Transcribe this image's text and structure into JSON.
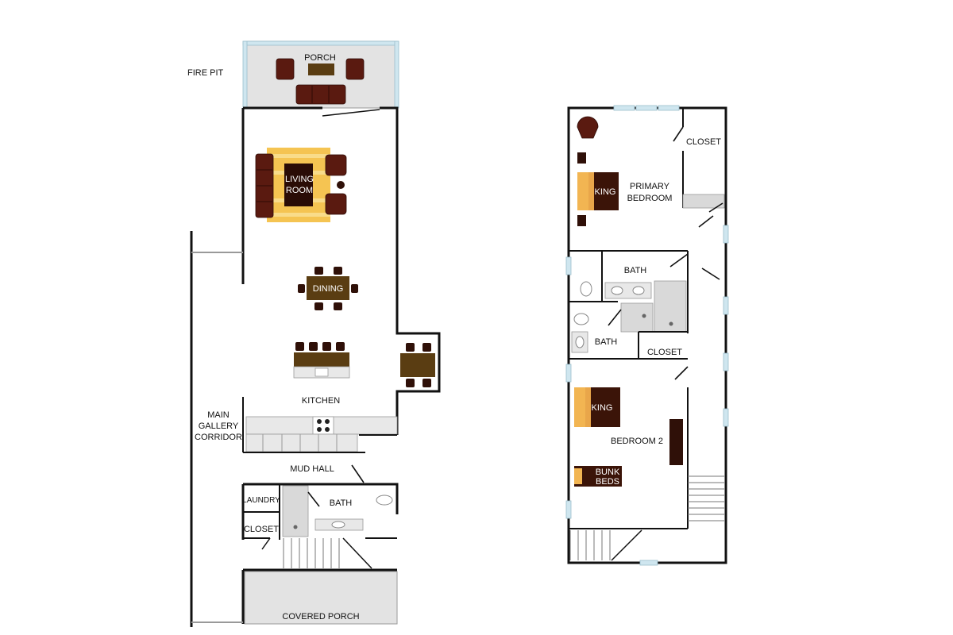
{
  "ground_floor": {
    "porch": "PORCH",
    "fire_pit": "FIRE PIT",
    "living_room_line1": "LIVING",
    "living_room_line2": "ROOM",
    "dining": "DINING",
    "kitchen": "KITCHEN",
    "gallery_line1": "MAIN",
    "gallery_line2": "GALLERY",
    "gallery_line3": "CORRIDOR",
    "mud_hall": "MUD HALL",
    "laundry": "LAUNDRY",
    "bath": "BATH",
    "closet": "CLOSET",
    "covered_porch": "COVERED PORCH"
  },
  "upper_floor": {
    "closet_top": "CLOSET",
    "primary_line1": "PRIMARY",
    "primary_line2": "BEDROOM",
    "king_primary": "KING",
    "bath_upper": "BATH",
    "bath_lower": "BATH",
    "closet_mid": "CLOSET",
    "king_bedroom2": "KING",
    "bedroom2": "BEDROOM 2",
    "bunk_line1": "BUNK",
    "bunk_line2": "BEDS"
  },
  "colors": {
    "rug": "#f5c452",
    "rug_stripe": "#f9dc8a",
    "wall": "#111111",
    "window": "#cfe6ef",
    "furniture_dark": "#2f1008",
    "table": "#5a3d12",
    "bed_accent": "#f2b552"
  }
}
